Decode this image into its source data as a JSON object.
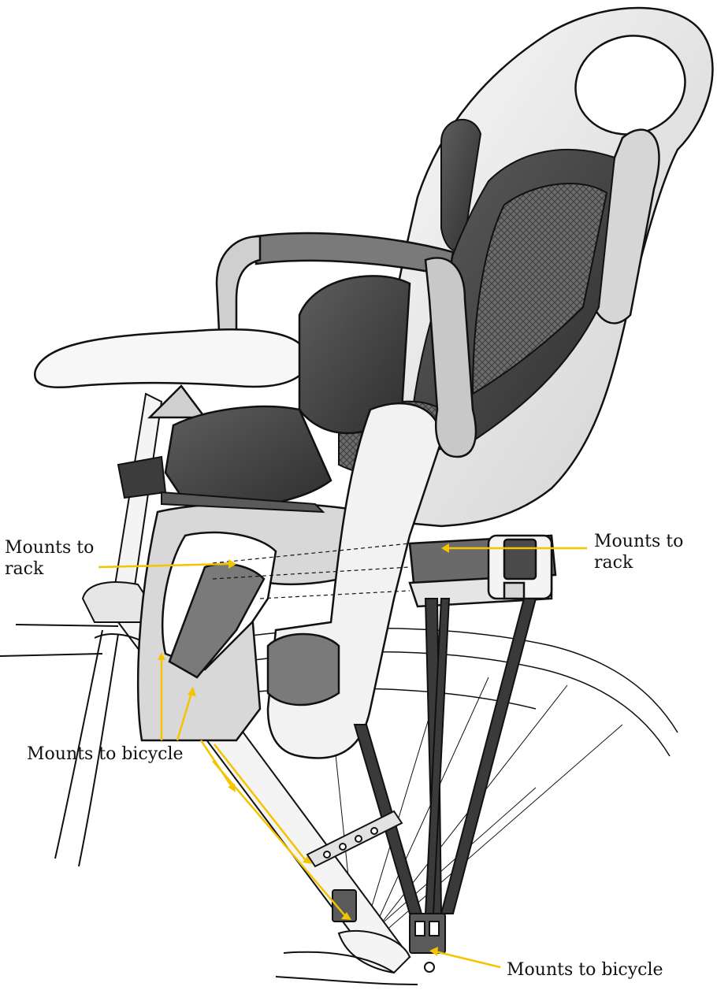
{
  "callouts": {
    "rack_left": {
      "line1": "Mounts to",
      "line2": "rack"
    },
    "rack_right": {
      "line1": "Mounts to",
      "line2": "rack"
    },
    "bicycle_left": {
      "label": "Mounts to bicycle"
    },
    "bicycle_right": {
      "label": "Mounts to bicycle"
    }
  },
  "colors": {
    "leader_line": "#f5c400",
    "seat_shell": "#e9e9e9",
    "seat_dark": "#4a4a4a",
    "seat_mid": "#8f8f8f",
    "outline": "#111111",
    "frame": "#f4f4f4"
  }
}
